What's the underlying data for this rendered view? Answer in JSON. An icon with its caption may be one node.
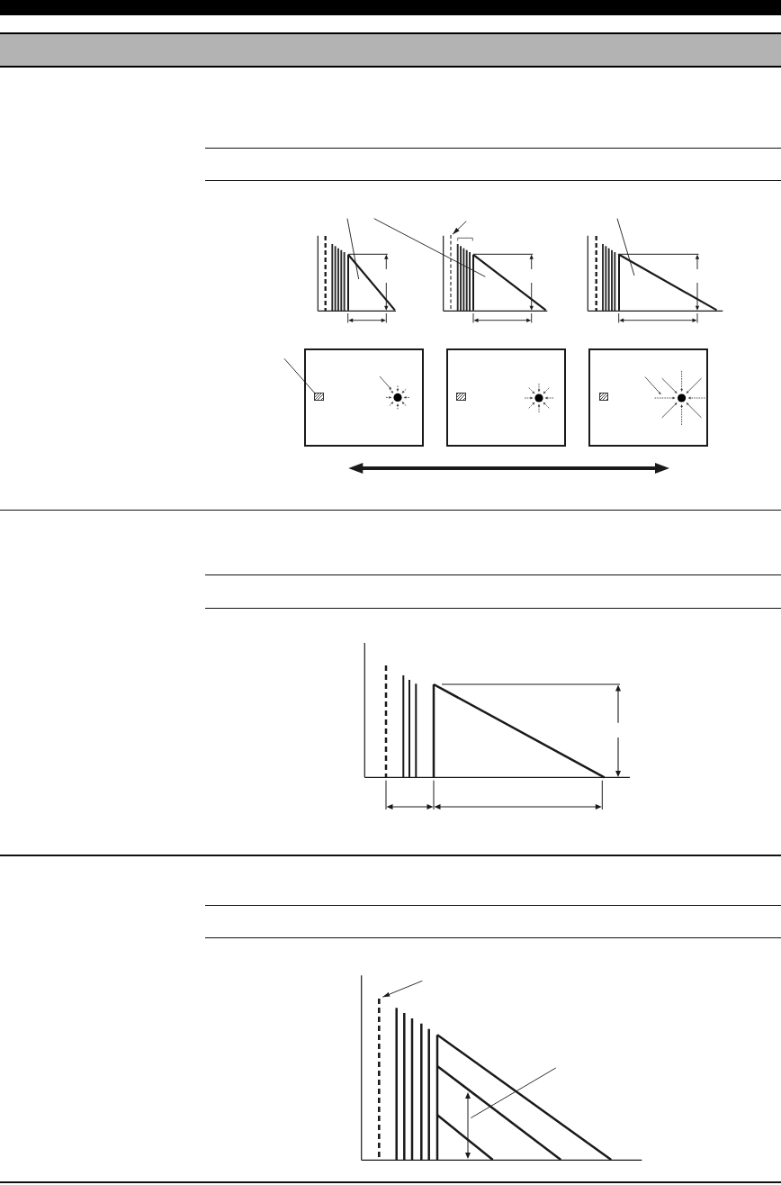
{
  "diagram": {
    "nodes": [
      {
        "text": [],
        "shape": "triangle"
      },
      {
        "text": [],
        "shape": "line"
      },
      {
        "text": [],
        "shape": "triangle"
      },
      {
        "text": [],
        "shape": "triangle"
      },
      {
        "text": [],
        "shape": "box"
      },
      {
        "text": [],
        "shape": "box",
        "in": 4
      },
      {
        "text": [],
        "shape": "box"
      },
      {
        "text": [],
        "shape": "box"
      },
      {
        "text": [],
        "shape": "line"
      },
      {
        "text": [],
        "shape": "arrow"
      }
    ],
    "edges": [
      {
        "from": null,
        "to": 0,
        "arrow": "none"
      },
      {
        "from": null,
        "to": 2,
        "arrow": "none"
      },
      {
        "from": null,
        "to": 1,
        "arrow": "to"
      },
      {
        "from": null,
        "to": 3,
        "arrow": "none"
      },
      {
        "from": null,
        "to": 5,
        "arrow": "none"
      },
      {
        "from": null,
        "to": 8,
        "arrow": "to"
      },
      {
        "from": null,
        "to": 9,
        "arrow": "none"
      }
    ]
  }
}
